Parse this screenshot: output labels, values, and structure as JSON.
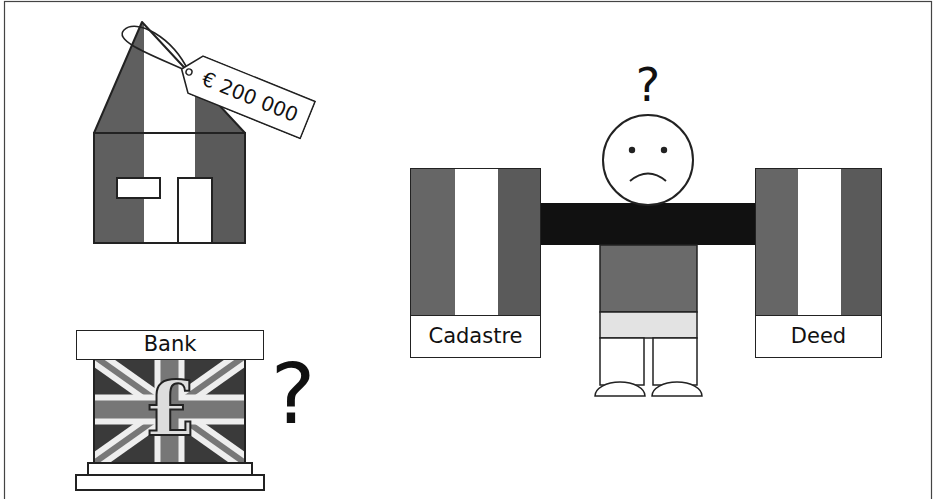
{
  "diagram": {
    "nodes": [
      {
        "text": [
          "€ 200 000"
        ]
      },
      {
        "text": [
          "Cadastre"
        ]
      },
      {
        "text": [
          "Deed"
        ]
      },
      {
        "text": [
          "Bank"
        ]
      }
    ],
    "labels": [
      "?",
      "£",
      "?"
    ]
  }
}
